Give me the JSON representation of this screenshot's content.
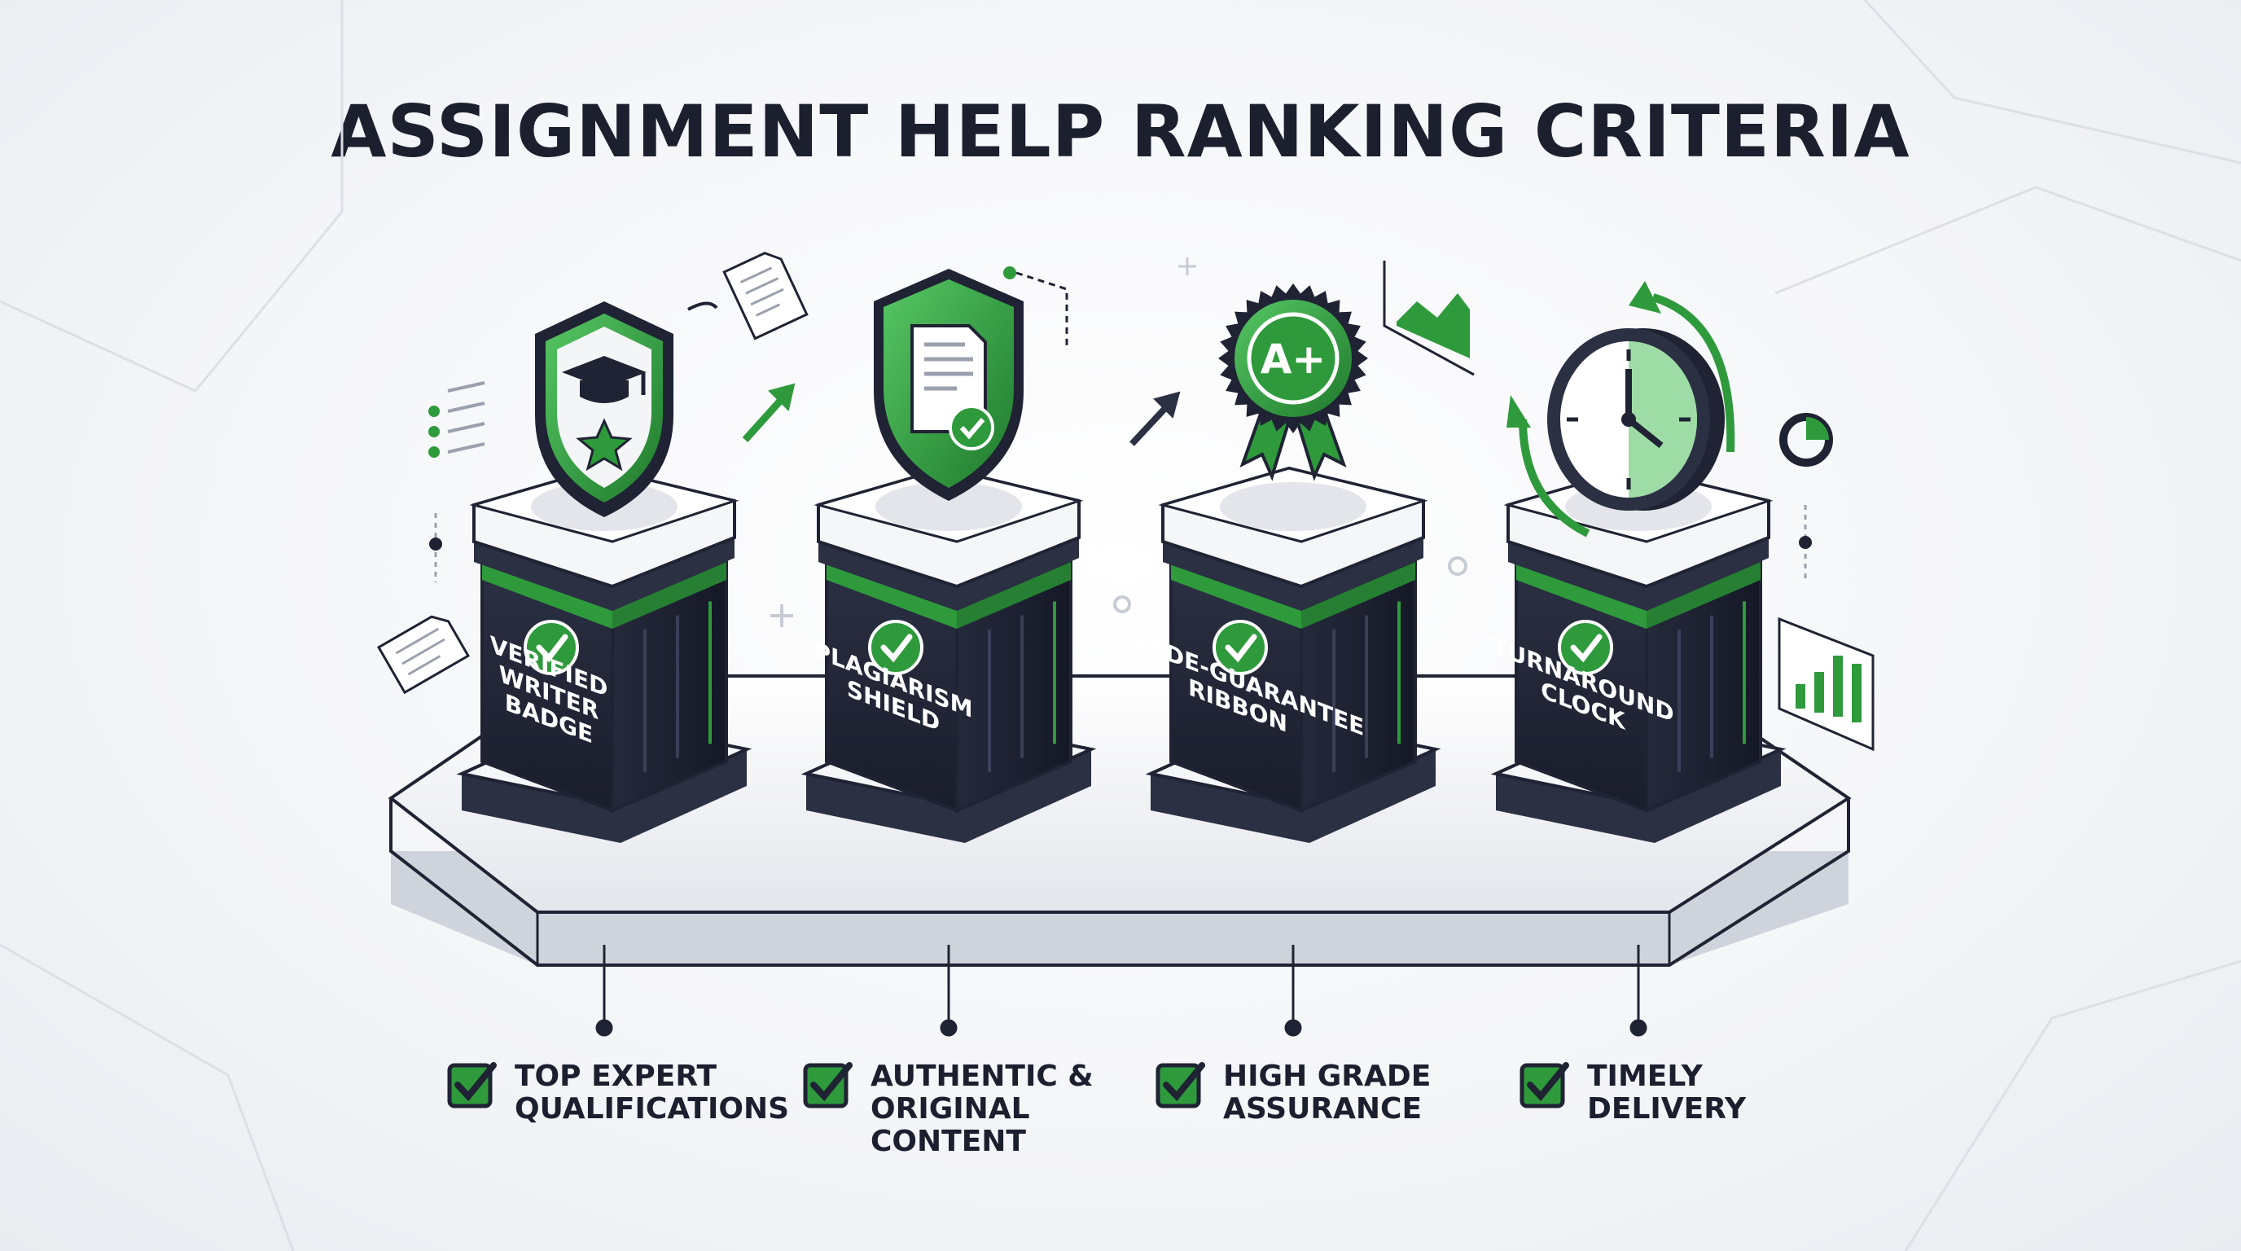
{
  "title": "ASSIGNMENT HELP RANKING CRITERIA",
  "colors": {
    "dark": "#1f2333",
    "green": "#2e9a3c",
    "light_green": "#4cc35a",
    "platform": "#ffffff",
    "text": "#1c1f2e"
  },
  "pillars": [
    {
      "label": "VERIFIED WRITER BADGE",
      "icon": "graduation-shield-icon",
      "caption": "TOP EXPERT QUALIFICATIONS"
    },
    {
      "label": "PLAGIARISM SHIELD",
      "icon": "document-shield-icon",
      "caption": "AUTHENTIC & ORIGINAL CONTENT"
    },
    {
      "label": "GRADE-GUARANTEE RIBBON",
      "icon": "a-plus-ribbon-icon",
      "caption": "HIGH GRADE ASSURANCE"
    },
    {
      "label": "TURNAROUND CLOCK",
      "icon": "clock-icon",
      "caption": "TIMELY DELIVERY"
    }
  ],
  "ribbon_text": "A+"
}
